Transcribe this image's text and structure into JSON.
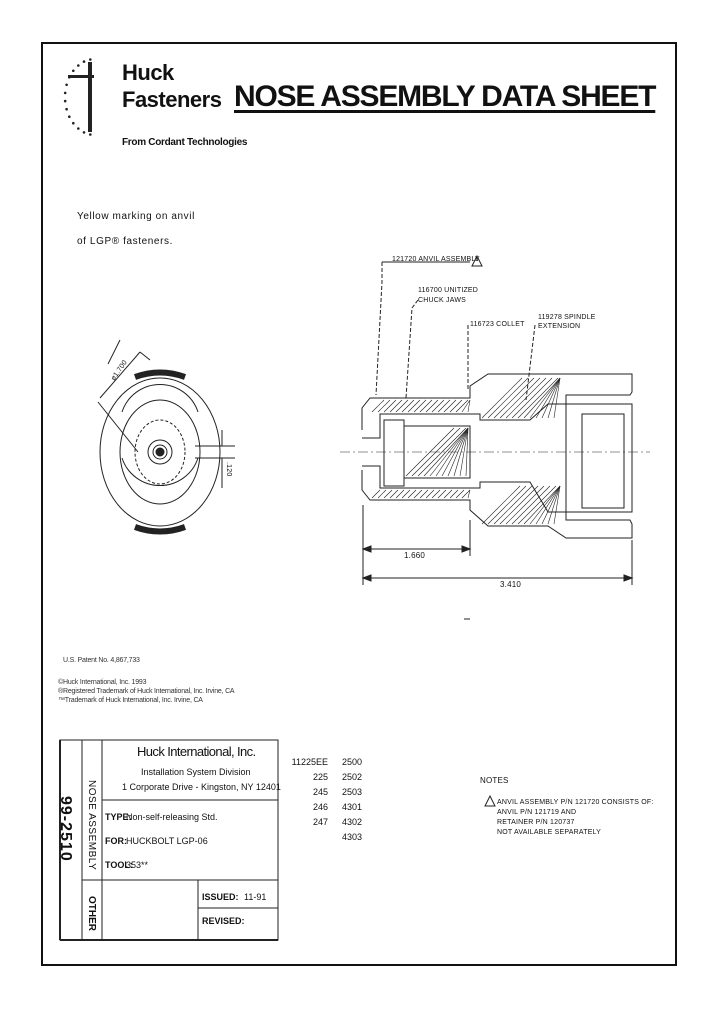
{
  "header": {
    "logo_line1": "Huck",
    "logo_line2": "Fasteners",
    "logo_sub": "From Cordant Technologies",
    "title": "NOSE ASSEMBLY DATA SHEET"
  },
  "note": {
    "line1": "Yellow marking on anvil",
    "line2": "of LGP® fasteners."
  },
  "drawing": {
    "dim_diameter": "ø1.700",
    "dim_120": ".120",
    "dim_1660": "1.660",
    "dim_3410": "3.410",
    "callout_anvil": "121720 ANVIL ASSEMBLY",
    "callout_jaws_1": "116700 UNITIZED",
    "callout_jaws_2": "CHUCK JAWS",
    "callout_collet": "116723 COLLET",
    "callout_spindle_1": "119278 SPINDLE",
    "callout_spindle_2": "EXTENSION",
    "warning_symbol": "1"
  },
  "fine_print": {
    "patent": "U.S. Patent No. 4,867,733",
    "copyright": "©Huck International, Inc. 1993",
    "reg_trademark": "®Registered Trademark of Huck International, Inc. Irvine, CA",
    "trademark": "™Trademark of Huck International, Inc. Irvine, CA"
  },
  "title_block": {
    "doc_number": "99-2510",
    "nose_assembly": "NOSE ASSEMBLY",
    "other": "OTHER",
    "company": "Huck International, Inc.",
    "division": "Installation System Division",
    "address": "1 Corporate Drive - Kingston, NY  12401",
    "type_label": "TYPE:",
    "type_value": "Non-self-releasing Std.",
    "for_label": "FOR:",
    "for_value": "HUCKBOLT LGP-06",
    "tool_label": "TOOL:",
    "tool_value": "353**",
    "issued_label": "ISSUED:",
    "issued_value": "11-91",
    "revised_label": "REVISED:"
  },
  "tool_list": {
    "col1": [
      "11225EE",
      "225",
      "245",
      "246",
      "247"
    ],
    "col2": [
      "2500",
      "2502",
      "2503",
      "4301",
      "4302",
      "4303"
    ]
  },
  "notes": {
    "heading": "NOTES",
    "line1": "ANVIL ASSEMBLY P/N 121720 CONSISTS OF:",
    "line2": "ANVIL P/N 121719 AND",
    "line3": "RETAINER P/N 120737",
    "line4": "NOT AVAILABLE SEPARATELY"
  }
}
